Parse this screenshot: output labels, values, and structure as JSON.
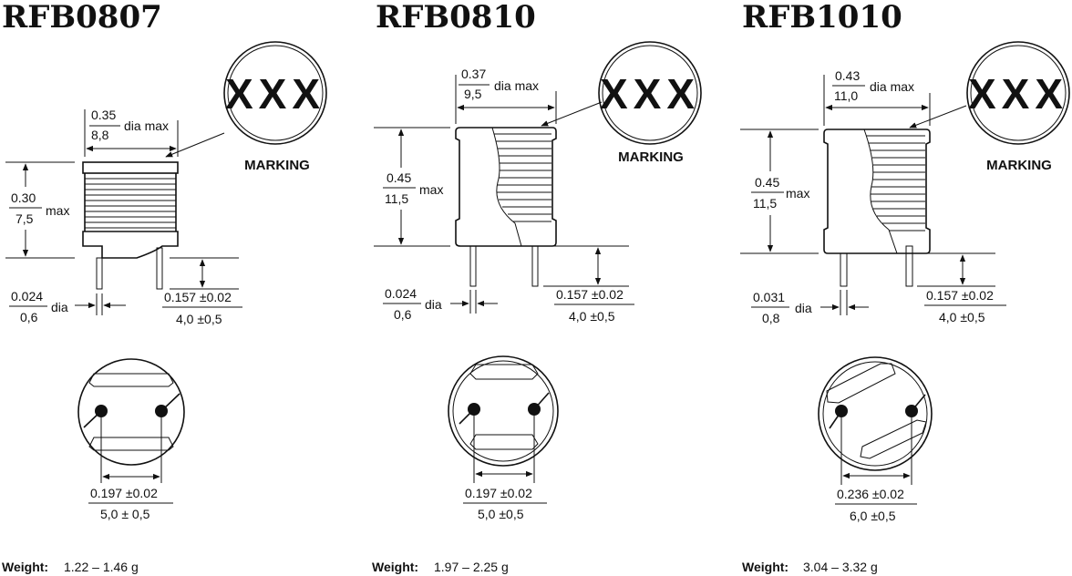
{
  "parts": [
    {
      "title": "RFB0807",
      "dia_in": "0.35",
      "dia_mm": "8,8",
      "dia_suffix": "dia max",
      "h_in": "0.30",
      "h_mm": "7,5",
      "h_suffix": "max",
      "pin_in": "0.024",
      "pin_mm": "0,6",
      "pin_suffix": "dia",
      "lead_in": "0.157 ±0.02",
      "lead_mm": "4,0 ±0,5",
      "space_in": "0.197 ±0.02",
      "space_mm": "5,0 ± 0,5",
      "marking_text": "XXX",
      "marking_label": "MARKING",
      "weight_label": "Weight:",
      "weight_value": "1.22 – 1.46 g"
    },
    {
      "title": "RFB0810",
      "dia_in": "0.37",
      "dia_mm": "9,5",
      "dia_suffix": "dia max",
      "h_in": "0.45",
      "h_mm": "11,5",
      "h_suffix": "max",
      "pin_in": "0.024",
      "pin_mm": "0,6",
      "pin_suffix": "dia",
      "lead_in": "0.157 ±0.02",
      "lead_mm": "4,0 ±0,5",
      "space_in": "0.197 ±0.02",
      "space_mm": "5,0 ±0,5",
      "marking_text": "XXX",
      "marking_label": "MARKING",
      "weight_label": "Weight:",
      "weight_value": "1.97 – 2.25 g"
    },
    {
      "title": "RFB1010",
      "dia_in": "0.43",
      "dia_mm": "11,0",
      "dia_suffix": "dia max",
      "h_in": "0.45",
      "h_mm": "11,5",
      "h_suffix": "max",
      "pin_in": "0.031",
      "pin_mm": "0,8",
      "pin_suffix": "dia",
      "lead_in": "0.157 ±0.02",
      "lead_mm": "4,0 ±0,5",
      "space_in": "0.236 ±0.02",
      "space_mm": "6,0 ±0,5",
      "marking_text": "XXX",
      "marking_label": "MARKING",
      "weight_label": "Weight:",
      "weight_value": "3.04 – 3.32 g"
    }
  ]
}
